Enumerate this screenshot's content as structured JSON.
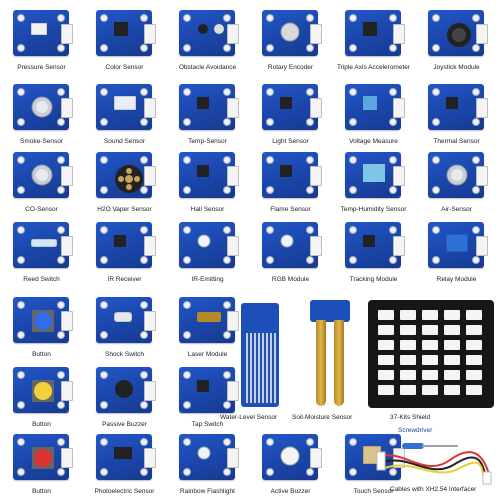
{
  "items": [
    {
      "label": "Pressure Sensor",
      "comp": "white-socket"
    },
    {
      "label": "Color Sensor",
      "comp": "chip"
    },
    {
      "label": "Obstacle Avoidance",
      "comp": "ir-pair"
    },
    {
      "label": "Rotary Encoder",
      "comp": "knob"
    },
    {
      "label": "Triple Axis Accelerometer",
      "comp": "chip"
    },
    {
      "label": "Joystick Module",
      "comp": "joystick"
    },
    {
      "label": "Smoke-Sensor",
      "comp": "gas"
    },
    {
      "label": "Sound Sensor",
      "comp": "mic"
    },
    {
      "label": "Temp-Sensor",
      "comp": "small-black"
    },
    {
      "label": "Light Sensor",
      "comp": "small-black"
    },
    {
      "label": "Voltage Measure",
      "comp": "small-blue"
    },
    {
      "label": "Thermal Sensor",
      "comp": "small-black"
    },
    {
      "label": "CO-Sensor",
      "comp": "gas"
    },
    {
      "label": "H2O Vaper Sensor",
      "comp": "vapor"
    },
    {
      "label": "Hall Sensor",
      "comp": "small-black"
    },
    {
      "label": "Flame Sensor",
      "comp": "small-black"
    },
    {
      "label": "Temp-Humidity Sensor",
      "comp": "dht"
    },
    {
      "label": "Air-Sensor",
      "comp": "gas"
    },
    {
      "label": "Reed Switch",
      "comp": "reed"
    },
    {
      "label": "IR Receiver",
      "comp": "small-black"
    },
    {
      "label": "IR-Emitting",
      "comp": "led-clear"
    },
    {
      "label": "RGB Module",
      "comp": "led-clear"
    },
    {
      "label": "Tracking Module",
      "comp": "small-black"
    },
    {
      "label": "Relay Module",
      "comp": "relay"
    },
    {
      "label": "Button",
      "comp": "button-blue"
    },
    {
      "label": "Shock Switch",
      "comp": "shock"
    },
    {
      "label": "Laser Module",
      "comp": "laser"
    },
    {
      "label": "Button",
      "comp": "button-yellow"
    },
    {
      "label": "Passive Buzzer",
      "comp": "buzzer"
    },
    {
      "label": "Tap Switch",
      "comp": "small-black"
    },
    {
      "label": "Button",
      "comp": "button-red"
    },
    {
      "label": "Photoelectric Sensor",
      "comp": "photo"
    },
    {
      "label": "Rainbow Flashlight",
      "comp": "led-clear"
    },
    {
      "label": "Active Buzzer",
      "comp": "buzzer-white"
    },
    {
      "label": "Touch Sensor",
      "comp": "touch"
    }
  ],
  "special": {
    "water": "Water-Level Sensor",
    "soil": "Soil-Moisture Sensor",
    "shield": "37-Kits Shield",
    "screwdriver": "Screwdriver",
    "cables": "Cables with XH2.54 Interfacer"
  },
  "colors": {
    "board": "#1a44a6",
    "shield": "#161616",
    "label": "#222222"
  }
}
